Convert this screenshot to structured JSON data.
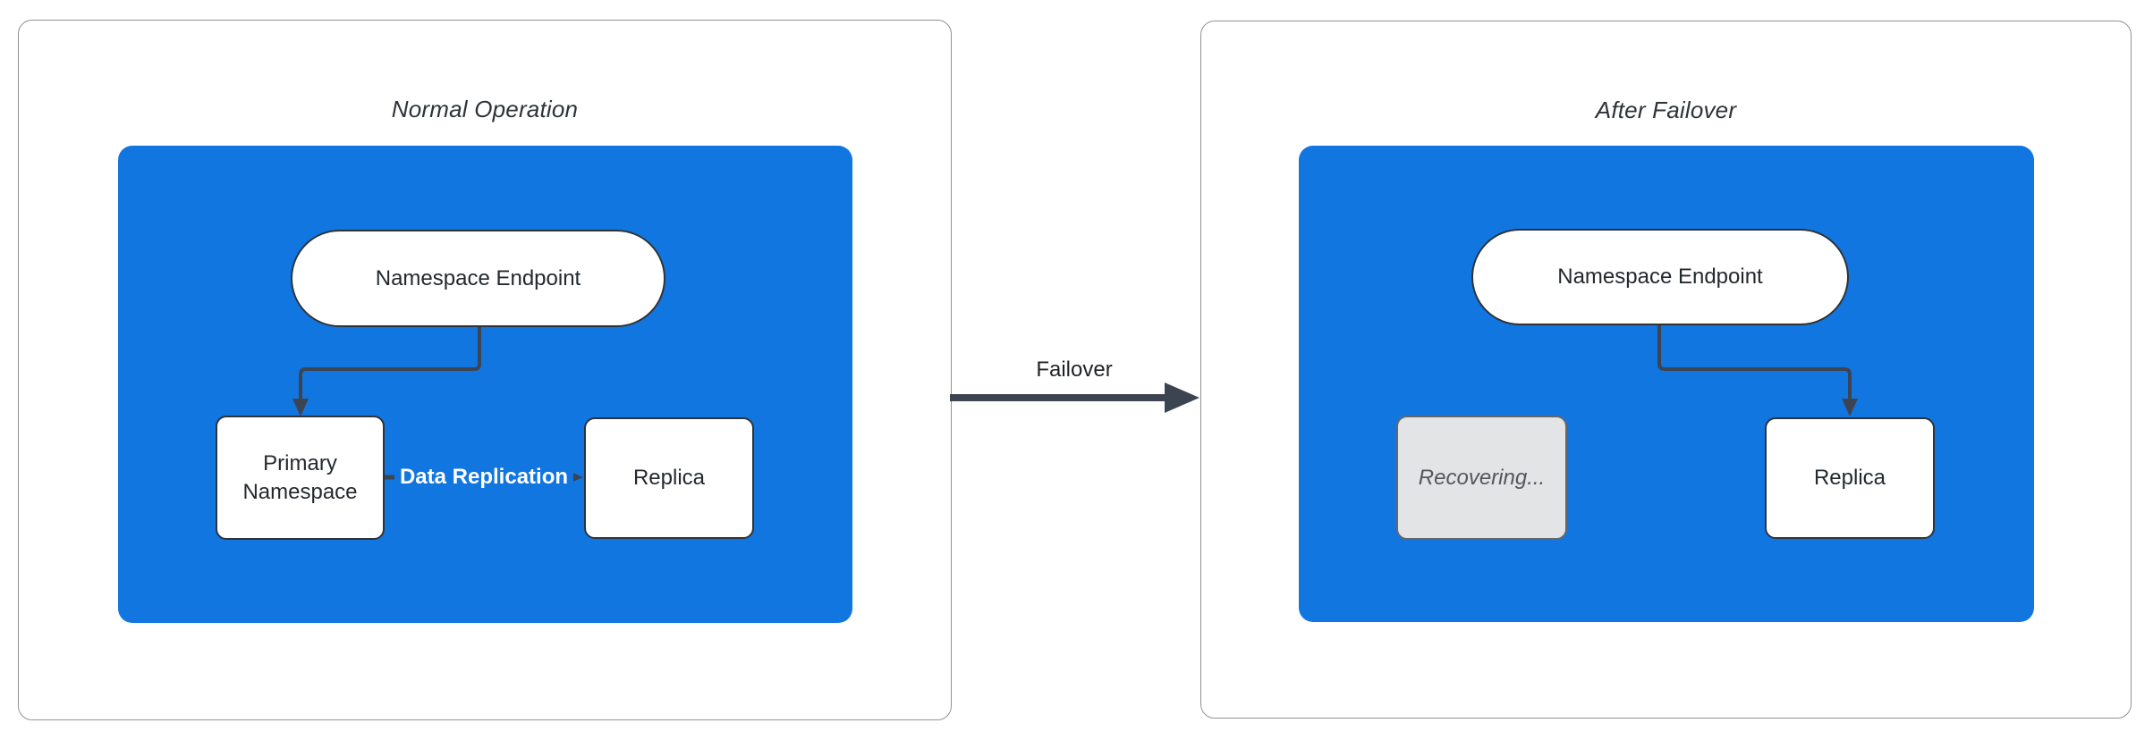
{
  "diagram": {
    "kind": "failover-architecture-diagram",
    "failover_edge_label": "Failover",
    "colors": {
      "cluster_blue": "#1276e0",
      "node_border": "#2e3338",
      "arrow": "#3d4451",
      "panel_border": "#8f9296",
      "recovering_fill": "#e2e4e6",
      "recovering_text": "#53575d",
      "edge_label_text": "#ffffff"
    },
    "panels": [
      {
        "title": "Normal Operation",
        "nodes": {
          "endpoint": {
            "label": "Namespace Endpoint"
          },
          "primary": {
            "label": "Primary Namespace"
          },
          "replica": {
            "label": "Replica"
          }
        },
        "edges": {
          "replication_label": "Data Replication"
        }
      },
      {
        "title": "After Failover",
        "nodes": {
          "endpoint": {
            "label": "Namespace Endpoint"
          },
          "recovering": {
            "label": "Recovering..."
          },
          "replica": {
            "label": "Replica"
          }
        }
      }
    ]
  }
}
